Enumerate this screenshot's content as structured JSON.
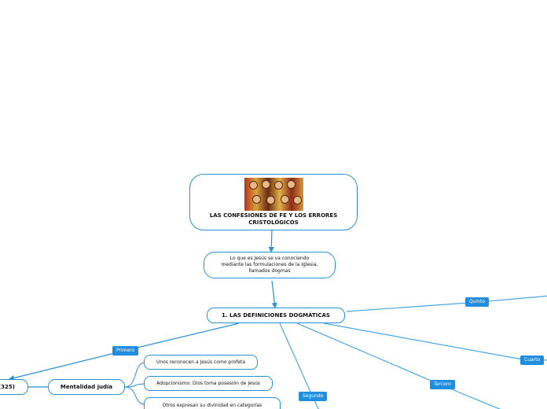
{
  "main_topic": {
    "title": "LAS CONFESIONES DE FE Y LOS ERRORES CRISTOLÓGICOS",
    "image_icon": "saints-group-image"
  },
  "intro_note": "Lo que es Jesús se va conociendo mediante las formulaciones de la Iglesia, llamados dogmas",
  "section": "1. LAS DEFINICIONES DOGMÁTICAS",
  "labels": {
    "primero": "Primero",
    "segundo": "Segundo",
    "tercero": "Tercero",
    "cuarto": "Cuarto",
    "quinto": "Quinto"
  },
  "left_node": "(325)",
  "mentalidad": "Mentalidad judía",
  "sub_items": [
    "Unos reconocen a Jesús como profeta",
    "Adopcionismo: Dios toma posesión de Jesús",
    "Otros expresan su divinidad en categorías"
  ],
  "colors": {
    "accent": "#2b8fd6",
    "tag": "#1f8ee0",
    "line": "#5bb0e6"
  }
}
